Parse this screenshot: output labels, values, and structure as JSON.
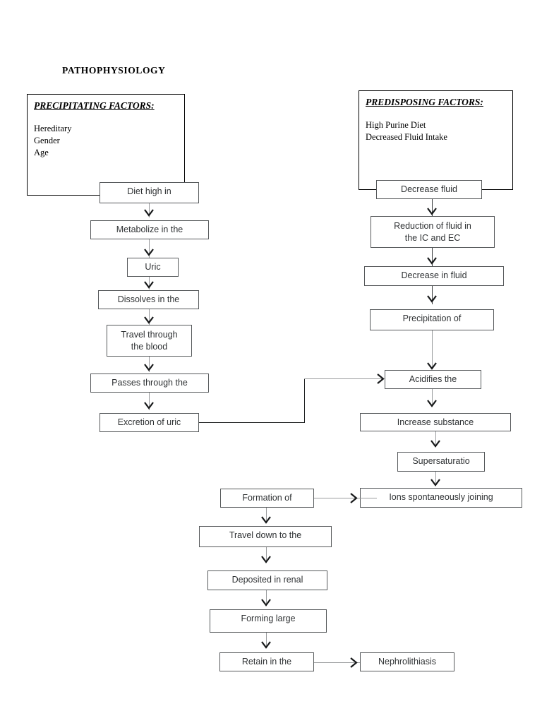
{
  "page": {
    "title": "PATHOPHYSIOLOGY"
  },
  "factor_boxes": [
    {
      "id": "precipitating",
      "title": "PRECIPITATING FACTORS:",
      "items": [
        "Hereditary",
        "Gender",
        "Age"
      ]
    },
    {
      "id": "predisposing",
      "title": "PREDISPOSING FACTORS:",
      "items": [
        "High Purine Diet",
        "Decreased Fluid Intake"
      ]
    }
  ],
  "left_chain": {
    "nodes": [
      {
        "id": "diet-high-in",
        "label": "Diet high in"
      },
      {
        "id": "metabolize-in-the",
        "label": "Metabolize in the"
      },
      {
        "id": "uric",
        "label": "Uric"
      },
      {
        "id": "dissolves-in-the",
        "label": "Dissolves in the"
      },
      {
        "id": "travel-through-the-blood",
        "label": "Travel through\nthe blood"
      },
      {
        "id": "passes-through-the",
        "label": "Passes through the"
      },
      {
        "id": "excretion-of-uric",
        "label": "Excretion of uric"
      }
    ]
  },
  "right_chain": {
    "nodes": [
      {
        "id": "decrease-fluid",
        "label": "Decrease fluid"
      },
      {
        "id": "reduction-of-fluid",
        "label": "Reduction of fluid in\nthe IC and EC"
      },
      {
        "id": "decrease-in-fluid",
        "label": "Decrease in fluid"
      },
      {
        "id": "precipitation-of",
        "label": "Precipitation of"
      },
      {
        "id": "acidifies-the",
        "label": "Acidifies the"
      },
      {
        "id": "increase-substance",
        "label": "Increase substance"
      },
      {
        "id": "supersaturatio",
        "label": "Supersaturatio"
      },
      {
        "id": "ions-spontaneously-joining",
        "label": "Ions spontaneously joining"
      }
    ]
  },
  "bottom_chain": {
    "nodes": [
      {
        "id": "formation-of",
        "label": "Formation of"
      },
      {
        "id": "travel-down-to-the",
        "label": "Travel down to the"
      },
      {
        "id": "deposited-in-renal",
        "label": "Deposited in renal"
      },
      {
        "id": "forming-large",
        "label": "Forming large"
      },
      {
        "id": "retain-in-the",
        "label": "Retain in the"
      },
      {
        "id": "nephrolithiasis",
        "label": "Nephrolithiasis"
      }
    ]
  },
  "colors": {
    "box_border": "#55585a",
    "factor_border": "#000000",
    "connector": "#9a9c9e",
    "connector_dark": "#1b1d1e",
    "text": "#2f3234"
  }
}
